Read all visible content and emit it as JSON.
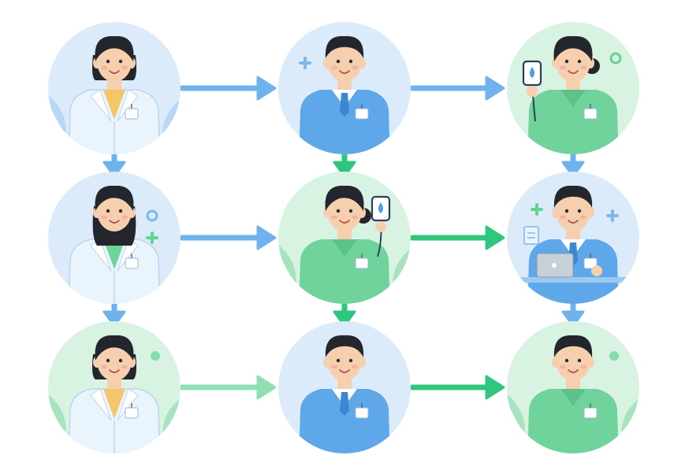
{
  "palette": {
    "blue_circle": "#DCEBFA",
    "green_circle": "#D9F3E3",
    "blue_arrow": "#6FB3EE",
    "green_arrow": "#2FC77E",
    "light_green_arrow": "#8EE0B3",
    "skin": "#F6CFAE",
    "hair": "#24262E",
    "white_coat": "#EAF4FC",
    "blue_scrubs": "#5EA7E8",
    "green_scrubs": "#6FD39B",
    "leaf_blue": "#B7D7F5",
    "leaf_green": "#A6E3BE",
    "accent_plus_blue": "#7CB8EE",
    "accent_plus_green": "#63D394"
  },
  "nodes": [
    {
      "id": "r1c1",
      "role": "doctor",
      "gender": "female",
      "hair": "bob",
      "bg": "blue",
      "prop": "none",
      "deco": "leaves"
    },
    {
      "id": "r1c2",
      "role": "nurse",
      "gender": "male",
      "hair": "short",
      "bg": "blue",
      "prop": "none",
      "deco": "plus"
    },
    {
      "id": "r1c3",
      "role": "caregiver",
      "gender": "female",
      "hair": "bun",
      "bg": "green",
      "prop": "iv-bag-left",
      "deco": "ring"
    },
    {
      "id": "r2c1",
      "role": "doctor",
      "gender": "female",
      "hair": "long",
      "bg": "blue",
      "prop": "none",
      "deco": "ring-plus"
    },
    {
      "id": "r2c2",
      "role": "caregiver",
      "gender": "female",
      "hair": "bun",
      "bg": "green",
      "prop": "iv-bag-right",
      "deco": "leaves"
    },
    {
      "id": "r2c3",
      "role": "nurse",
      "gender": "male",
      "hair": "short",
      "bg": "blue",
      "prop": "laptop-desk",
      "deco": "plus-clipboard"
    },
    {
      "id": "r3c1",
      "role": "doctor",
      "gender": "female",
      "hair": "bob",
      "bg": "green",
      "prop": "none",
      "deco": "leaves-dot"
    },
    {
      "id": "r3c2",
      "role": "nurse",
      "gender": "male",
      "hair": "short",
      "bg": "blue",
      "prop": "none",
      "deco": "none"
    },
    {
      "id": "r3c3",
      "role": "caregiver",
      "gender": "male",
      "hair": "short",
      "bg": "green",
      "prop": "none",
      "deco": "leaves-dot"
    }
  ],
  "arrows": [
    {
      "from": "r1c1",
      "to": "r1c2",
      "color": "blue"
    },
    {
      "from": "r1c2",
      "to": "r1c3",
      "color": "blue"
    },
    {
      "from": "r2c1",
      "to": "r2c2",
      "color": "blue"
    },
    {
      "from": "r2c2",
      "to": "r2c3",
      "color": "green"
    },
    {
      "from": "r3c1",
      "to": "r3c2",
      "color": "light_green"
    },
    {
      "from": "r3c2",
      "to": "r3c3",
      "color": "green"
    },
    {
      "from": "r1c1",
      "to": "r2c1",
      "color": "blue"
    },
    {
      "from": "r2c1",
      "to": "r3c1",
      "color": "blue"
    },
    {
      "from": "r1c2",
      "to": "r2c2",
      "color": "green"
    },
    {
      "from": "r2c2",
      "to": "r3c2",
      "color": "green"
    },
    {
      "from": "r1c3",
      "to": "r2c3",
      "color": "blue"
    },
    {
      "from": "r2c3",
      "to": "r3c3",
      "color": "blue"
    }
  ]
}
